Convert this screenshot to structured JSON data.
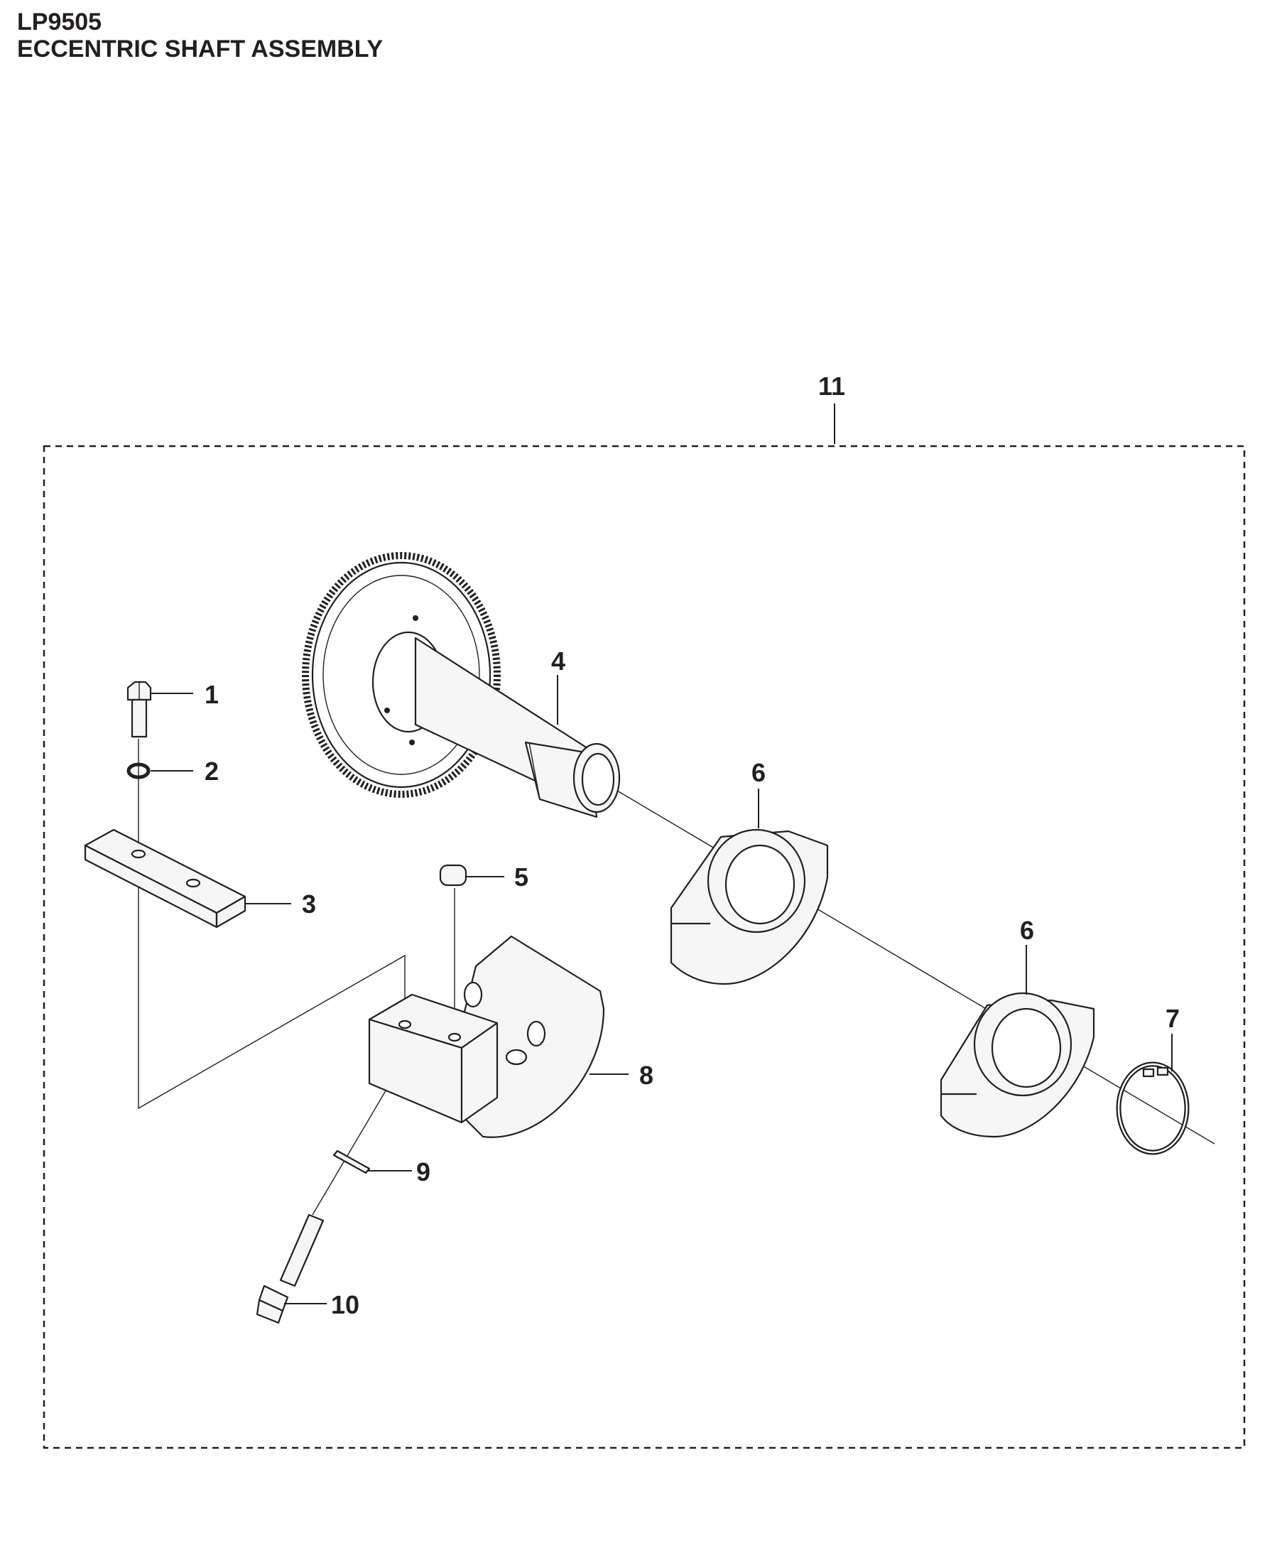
{
  "header": {
    "model": "LP9505",
    "title": "ECCENTRIC SHAFT ASSEMBLY"
  },
  "callouts": {
    "c1": "1",
    "c2": "2",
    "c3": "3",
    "c4": "4",
    "c5": "5",
    "c6a": "6",
    "c6b": "6",
    "c7": "7",
    "c8": "8",
    "c9": "9",
    "c10": "10",
    "c11": "11"
  },
  "parts": [
    {
      "ref": "1",
      "icon": "hex-bolt-icon"
    },
    {
      "ref": "2",
      "icon": "lock-washer-icon"
    },
    {
      "ref": "3",
      "icon": "plate-icon"
    },
    {
      "ref": "4",
      "icon": "gear-shaft-icon"
    },
    {
      "ref": "5",
      "icon": "key-icon"
    },
    {
      "ref": "6",
      "icon": "counterweight-icon"
    },
    {
      "ref": "7",
      "icon": "retaining-ring-icon"
    },
    {
      "ref": "8",
      "icon": "eccentric-weight-icon"
    },
    {
      "ref": "9",
      "icon": "pin-icon"
    },
    {
      "ref": "10",
      "icon": "socket-screw-icon"
    },
    {
      "ref": "11",
      "icon": "assembly-kit-boundary"
    }
  ]
}
